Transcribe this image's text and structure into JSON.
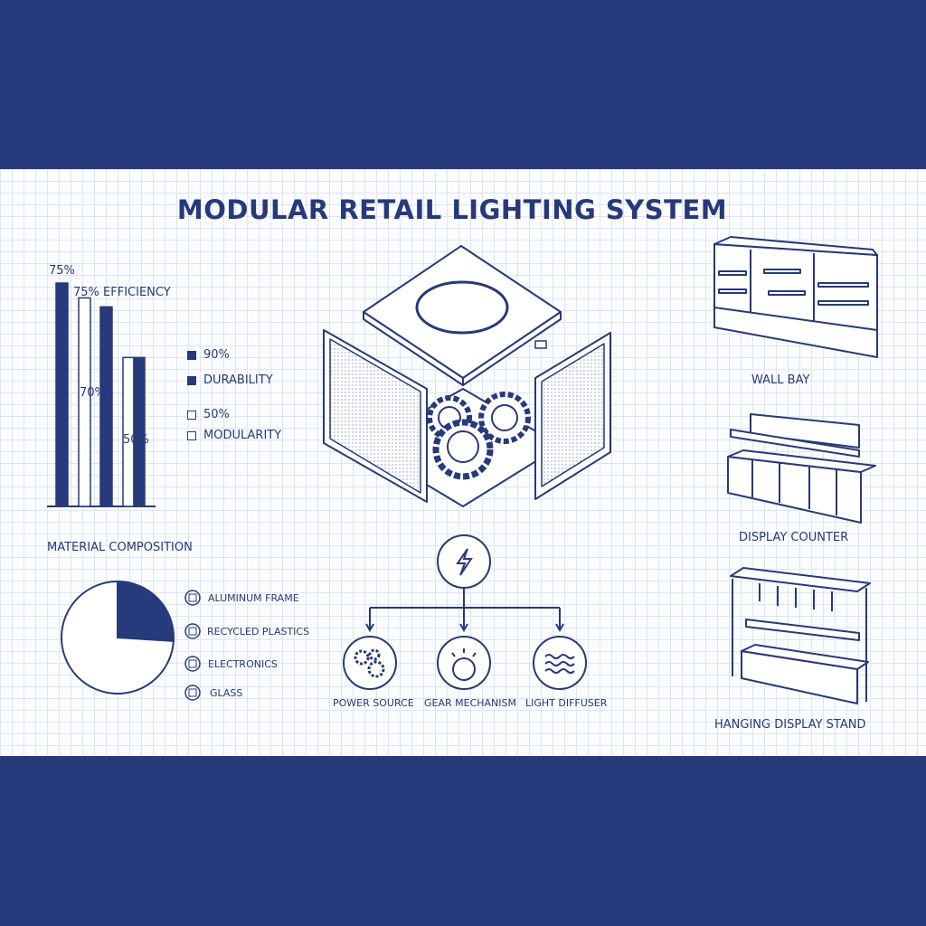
{
  "title": "MODULAR RETAIL LIGHTING SYSTEM",
  "colors": {
    "navy": "#273a7b",
    "paper": "#fbfcfe",
    "grid": "#dfe4ef"
  },
  "bar_chart": {
    "top_label": "75%",
    "efficiency_label": "75% EFFICIENCY",
    "bar_labels": [
      "70%",
      "50%"
    ],
    "bars": [
      {
        "value": 75,
        "style": "filled"
      },
      {
        "value": 70,
        "style": "outline"
      },
      {
        "value": 67,
        "style": "filled"
      },
      {
        "value": 50,
        "style": "outline"
      },
      {
        "value": 50,
        "style": "filled"
      }
    ],
    "legend": [
      {
        "text": "90%",
        "style": "filled"
      },
      {
        "text": "DURABILITY",
        "style": "filled"
      },
      {
        "text": "50%",
        "style": "outline"
      },
      {
        "text": "MODULARITY",
        "style": "outline"
      }
    ]
  },
  "pie": {
    "title": "MATERIAL COMPOSITION",
    "slices": [
      {
        "value": 26,
        "style": "filled"
      },
      {
        "value": 74,
        "style": "outline"
      }
    ],
    "legend": [
      {
        "text": "ALUMINUM FRAME",
        "icon": "frame-icon"
      },
      {
        "text": "RECYCLED PLASTICS",
        "icon": "plastic-icon"
      },
      {
        "text": "ELECTRONICS",
        "icon": "electronics-icon"
      },
      {
        "text": "GLASS",
        "icon": "glass-icon"
      }
    ]
  },
  "flow": {
    "source_icon": "lightning-icon",
    "nodes": [
      {
        "label": "POWER SOURCE",
        "icon": "gears-icon"
      },
      {
        "label": "GEAR MECHANISM",
        "icon": "bulb-icon"
      },
      {
        "label": "LIGHT DIFFUSER",
        "icon": "waves-icon"
      }
    ]
  },
  "fixtures": [
    {
      "label": "WALL BAY"
    },
    {
      "label": "DISPLAY COUNTER"
    },
    {
      "label": "HANGING DISPLAY STAND"
    }
  ]
}
